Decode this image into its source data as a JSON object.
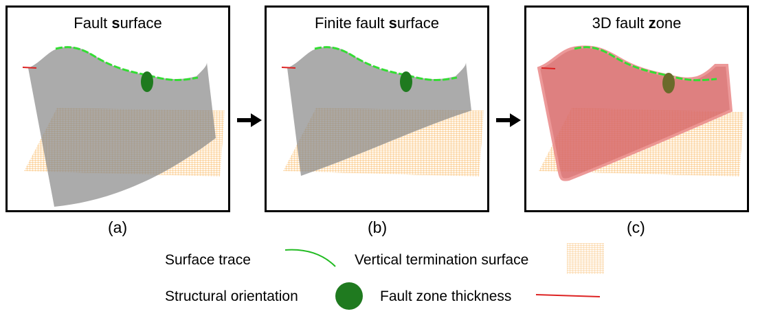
{
  "panels": [
    {
      "title_pre": "Fault ",
      "title_bold": "s",
      "title_post": "urface",
      "label": "(a)"
    },
    {
      "title_pre": "Finite  fault ",
      "title_bold": "s",
      "title_post": "urface",
      "label": "(b)"
    },
    {
      "title_pre": "3D  fault ",
      "title_bold": "z",
      "title_post": "one",
      "label": "(c)"
    }
  ],
  "legend": {
    "surface_trace": "Surface trace",
    "vertical_termination": "Vertical termination surface",
    "structural_orientation": "Structural orientation",
    "fault_zone_thickness": "Fault zone thickness"
  },
  "colors": {
    "trace": "#33dd33",
    "surface": "#999999",
    "plane": "#f5a030",
    "zone": "#d96a6a",
    "orientation": "#1f7a1f",
    "thickness": "#dd2222"
  }
}
